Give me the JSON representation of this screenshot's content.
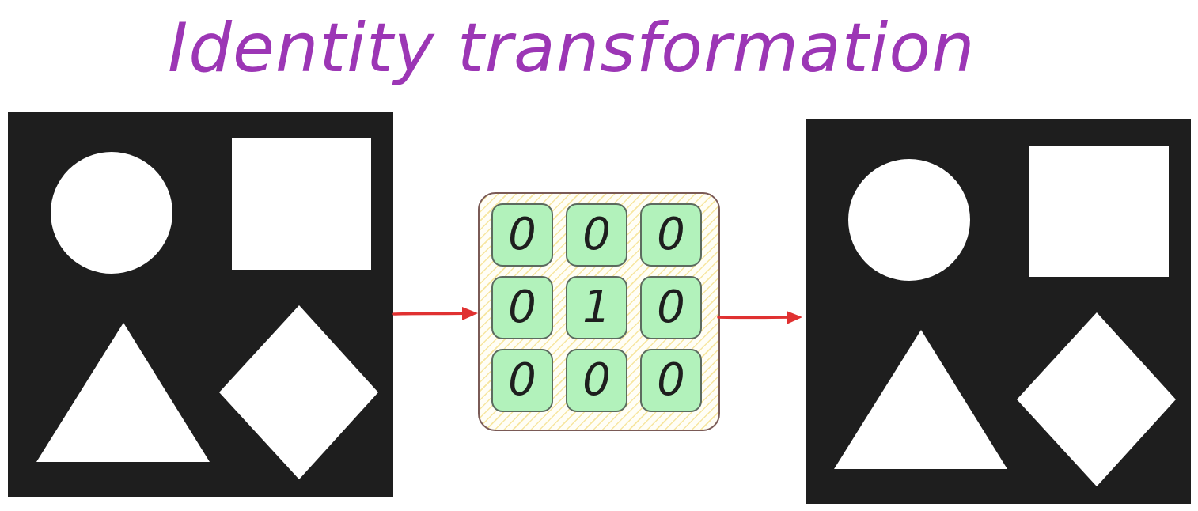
{
  "title": {
    "text": "Identity transformation",
    "color": "#9c36b5"
  },
  "colors": {
    "panel_background": "#1e1e1e",
    "shape_fill": "#ffffff",
    "arrow": "#e03131",
    "cell_fill": "#b2f2bb",
    "kernel_hatch": "#f0d25a"
  },
  "kernel": {
    "rows": [
      [
        "0",
        "0",
        "0"
      ],
      [
        "0",
        "1",
        "0"
      ],
      [
        "0",
        "0",
        "0"
      ]
    ]
  },
  "panels": {
    "input_shapes": [
      "circle",
      "square",
      "triangle",
      "diamond"
    ],
    "output_shapes": [
      "circle",
      "square",
      "triangle",
      "diamond"
    ]
  }
}
